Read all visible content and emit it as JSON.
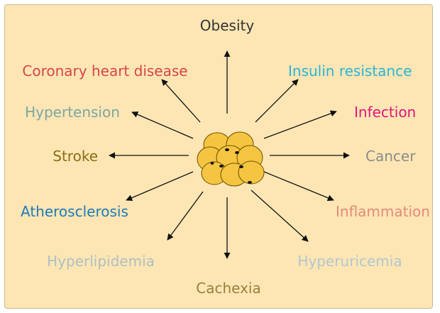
{
  "diagram": {
    "labels": [
      {
        "key": "obesity",
        "text": "Obesity",
        "color": "#333333"
      },
      {
        "key": "coronary",
        "text": "Coronary heart disease",
        "color": "#d9434b"
      },
      {
        "key": "insulin",
        "text": "Insulin resistance",
        "color": "#2ab3d6"
      },
      {
        "key": "hypertension",
        "text": "Hypertension",
        "color": "#7da6a0"
      },
      {
        "key": "infection",
        "text": "Infection",
        "color": "#e0147a"
      },
      {
        "key": "stroke",
        "text": "Stroke",
        "color": "#8a6d14"
      },
      {
        "key": "cancer",
        "text": "Cancer",
        "color": "#8c8c8c"
      },
      {
        "key": "atherosclerosis",
        "text": "Atherosclerosis",
        "color": "#1f7ab8"
      },
      {
        "key": "inflammation",
        "text": "Inflammation",
        "color": "#e58a7e"
      },
      {
        "key": "hyperlipidemia",
        "text": "Hyperlipidemia",
        "color": "#aebfc2"
      },
      {
        "key": "hyperuricemia",
        "text": "Hyperuricemia",
        "color": "#b2c7cf"
      },
      {
        "key": "cachexia",
        "text": "Cachexia",
        "color": "#9c7f3c"
      }
    ],
    "background_color": "#fde6b4",
    "cell_color": "#f5c542",
    "arrow_color": "#111111"
  }
}
